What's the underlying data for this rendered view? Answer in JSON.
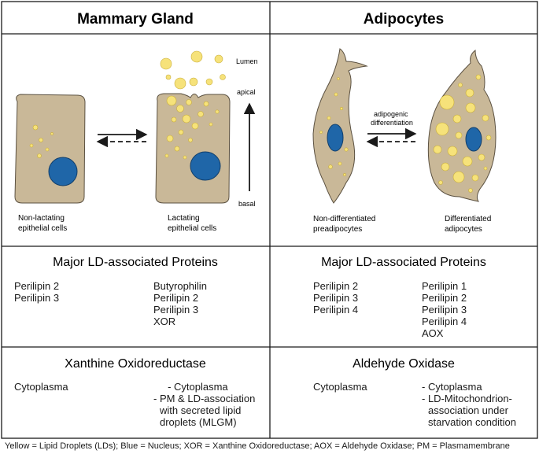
{
  "panels": {
    "mammary": {
      "header": "Mammary Gland",
      "cells": {
        "left_label": [
          "Non-lactating",
          "epithelial cells"
        ],
        "right_label": [
          "Lactating",
          "epithelial cells"
        ],
        "lumen": "Lumen",
        "apical": "apical",
        "basal": "basal"
      },
      "proteins_title": "Major LD-associated Proteins",
      "proteins_left": [
        "Perilipin 2",
        "Perilipin 3"
      ],
      "proteins_right": [
        "Butyrophilin",
        "Perilipin 2",
        "Perilipin 3",
        "XOR"
      ],
      "enzyme_title": "Xanthine Oxidoreductase",
      "enzyme_left": "Cytoplasma",
      "enzyme_right": [
        "- Cytoplasma",
        "- PM & LD-association",
        "  with secreted lipid",
        "  droplets (MLGM)"
      ]
    },
    "adipocytes": {
      "header": "Adipocytes",
      "cells": {
        "arrow_label": [
          "adipogenic",
          "differentiation"
        ],
        "left_label": [
          "Non-differentiated",
          "preadipocytes"
        ],
        "right_label": [
          "Differentiated",
          "adipocytes"
        ]
      },
      "proteins_title": "Major LD-associated Proteins",
      "proteins_left": [
        "Perilipin 2",
        "Perilipin 3",
        "Perilipin 4"
      ],
      "proteins_right": [
        "Perilipin 1",
        "Perilipin 2",
        "Perilipin 3",
        "Perilipin 4",
        "AOX"
      ],
      "enzyme_title": "Aldehyde Oxidase",
      "enzyme_left": "Cytoplasma",
      "enzyme_right": [
        "- Cytoplasma",
        "- LD-Mitochondrion-",
        "  association under",
        "  starvation condition"
      ]
    }
  },
  "footer": "Yellow = Lipid Droplets (LDs); Blue = Nucleus; XOR = Xanthine Oxidoreductase; AOX = Aldehyde Oxidase; PM = Plasmamembrane",
  "colors": {
    "cell": "#c9b898",
    "cell_stroke": "#5a5040",
    "nucleus": "#1f66a8",
    "lipid": "#f6e27a",
    "lipid_stroke": "#c9ae3a",
    "border": "#1a1a1a"
  }
}
